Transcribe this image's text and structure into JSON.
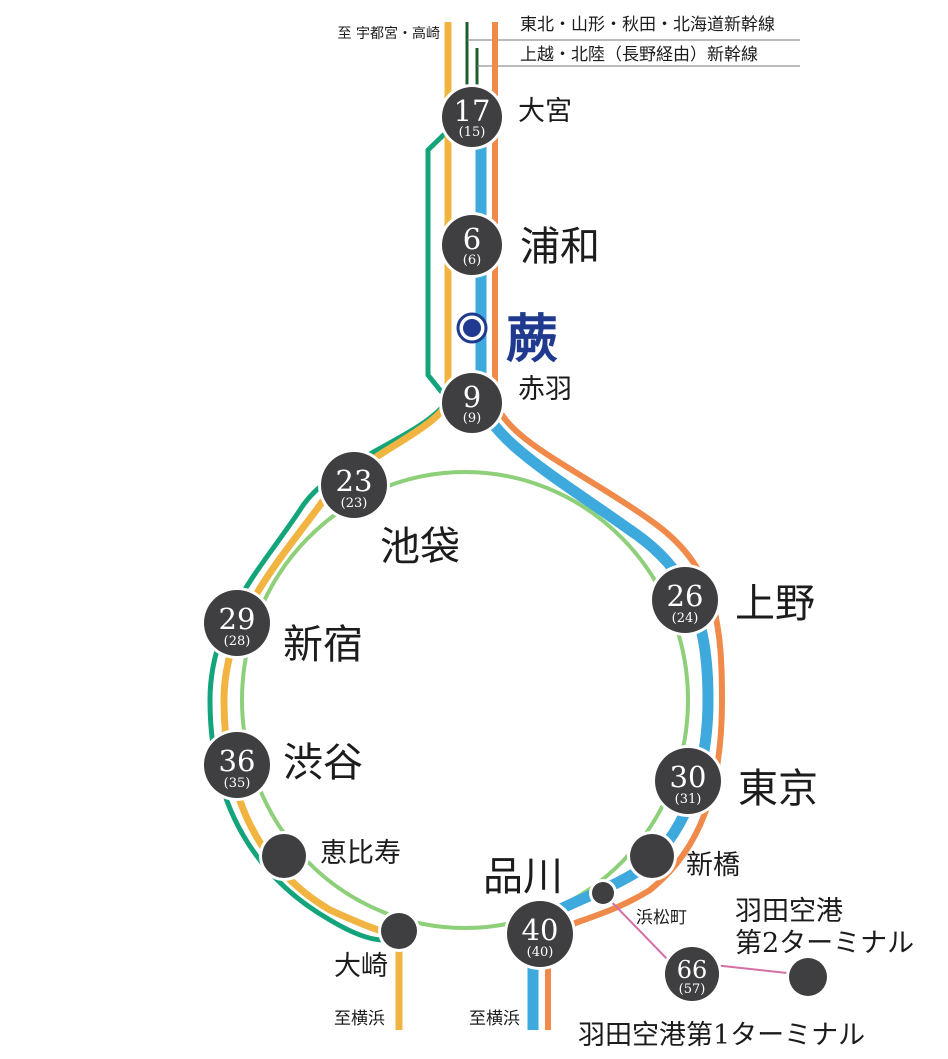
{
  "colors": {
    "green": "#14a47c",
    "yellow": "#f2b440",
    "blue": "#3da9dc",
    "orange": "#ef8a4a",
    "loop_green": "#8ecf7a",
    "dark_green": "#1c5e2e",
    "pink": "#d46fa6",
    "marker_fill": "#3f3f41",
    "home_marker": "#1f3a8f"
  },
  "top_labels": {
    "direction_north": "至 宇都宮・高崎",
    "shinkansen_1": "東北・山形・秋田・北海道新幹線",
    "shinkansen_2": "上越・北陸（長野経由）新幹線"
  },
  "home_station": {
    "name": "蕨",
    "icon": "home-station-dot"
  },
  "stations": {
    "omiya": {
      "name": "大宮",
      "time": "17",
      "sub": "(15)"
    },
    "urawa": {
      "name": "浦和",
      "time": "6",
      "sub": "(6)"
    },
    "akabane": {
      "name": "赤羽",
      "time": "9",
      "sub": "(9)"
    },
    "ikebukuro": {
      "name": "池袋",
      "time": "23",
      "sub": "(23)"
    },
    "ueno": {
      "name": "上野",
      "time": "26",
      "sub": "(24)"
    },
    "shinjuku": {
      "name": "新宿",
      "time": "29",
      "sub": "(28)"
    },
    "shibuya": {
      "name": "渋谷",
      "time": "36",
      "sub": "(35)"
    },
    "tokyo": {
      "name": "東京",
      "time": "30",
      "sub": "(31)"
    },
    "ebisu": {
      "name": "恵比寿"
    },
    "shimbashi": {
      "name": "新橋"
    },
    "shinagawa": {
      "name": "品川",
      "time": "40",
      "sub": "(40)"
    },
    "hamamatsucho": {
      "name": "浜松町"
    },
    "osaki": {
      "name": "大崎"
    },
    "haneda_t1": {
      "name": "羽田空港第1ターミナル",
      "time": "66",
      "sub": "(57)"
    },
    "haneda_t2": {
      "name_line1": "羽田空港",
      "name_line2": "第2ターミナル"
    }
  },
  "bottom_labels": {
    "to_yokohama_left": "至横浜",
    "to_yokohama_right": "至横浜"
  }
}
